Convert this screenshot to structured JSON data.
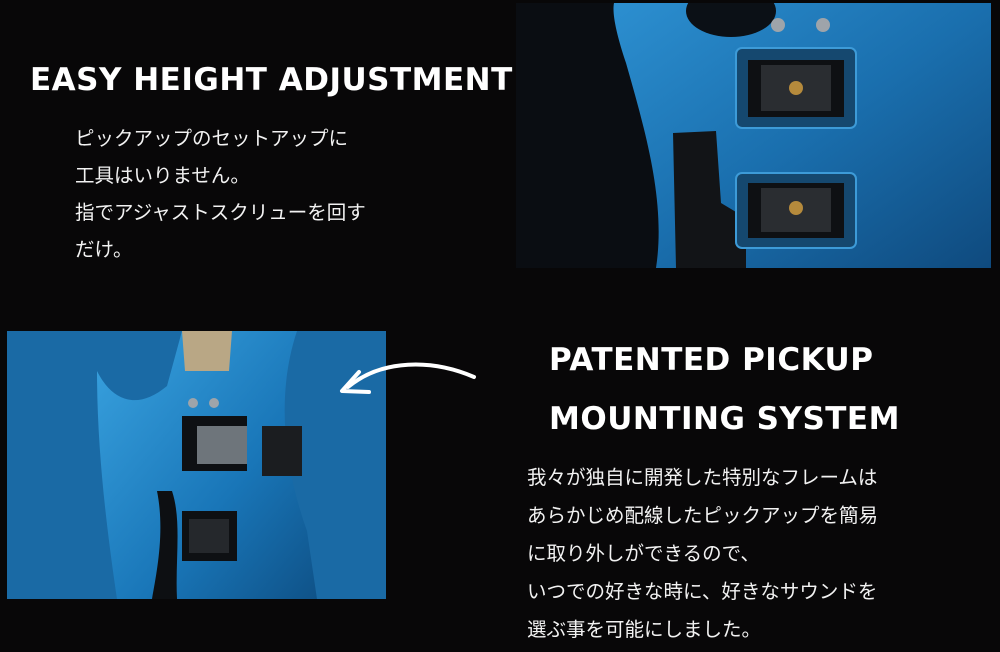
{
  "sections": [
    {
      "title": "EASY HEIGHT ADJUSTMENT",
      "body": [
        "ピックアップのセットアップに",
        "工具はいりません。",
        "指でアジャストスクリューを回す",
        "だけ。"
      ]
    },
    {
      "title": [
        "PATENTED PICKUP",
        "MOUNTING SYSTEM"
      ],
      "body": [
        "我々が独自に開発した特別なフレームは",
        "あらかじめ配線したピックアップを簡易",
        "に取り外しができるので、",
        "いつでの好きな時に、好きなサウンドを",
        "選ぶ事を可能にしました。"
      ]
    }
  ],
  "icons": [
    "curved-arrow-right-icon",
    "curved-arrow-left-icon"
  ],
  "colors": {
    "background": "#080708",
    "text": "#ffffff",
    "guitar_blue": "#1f7fbd"
  }
}
